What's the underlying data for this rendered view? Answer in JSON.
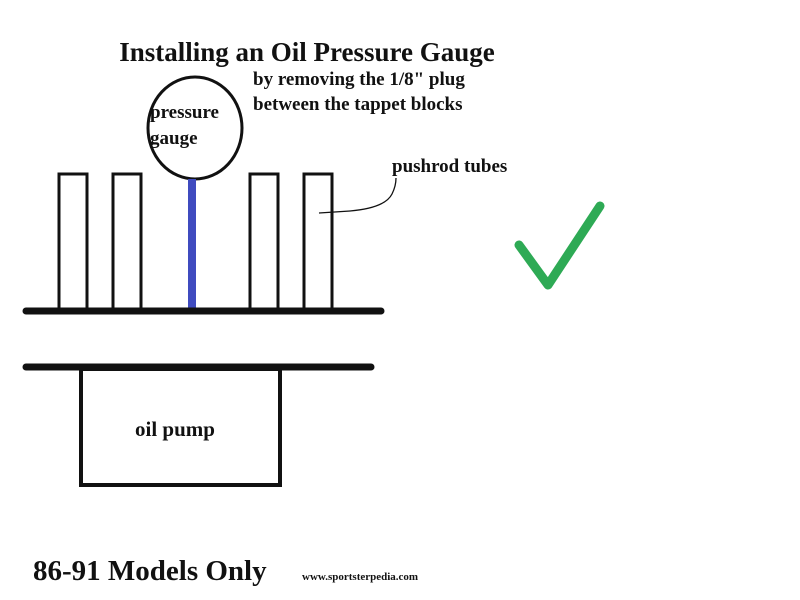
{
  "title": "Installing an Oil Pressure Gauge",
  "subtitle_lines": [
    "by removing the 1/8\" plug",
    "between the tappet blocks"
  ],
  "labels": {
    "gauge_line1": "pressure",
    "gauge_line2": "gauge",
    "pushrod_tubes": "pushrod tubes",
    "oil_pump": "oil pump"
  },
  "footer": {
    "models": "86-91 Models Only",
    "website": "www.sportsterpedia.com"
  },
  "icons": {
    "approval": "checkmark-icon"
  },
  "colors": {
    "ink": "#111111",
    "oil_line": "#3f4bbf",
    "checkmark": "#2eaa55"
  }
}
